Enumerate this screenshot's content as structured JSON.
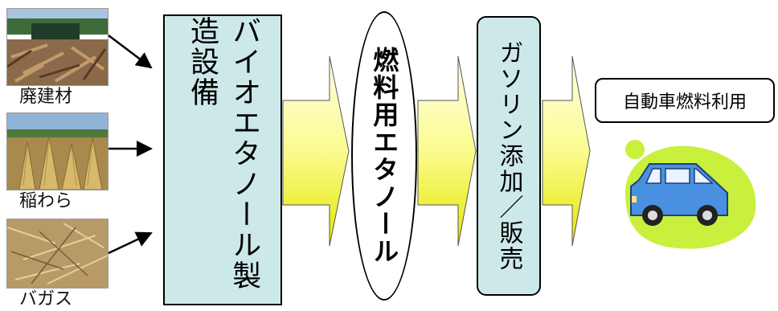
{
  "feedstocks": [
    {
      "label": "廃建材",
      "icon": "waste-lumber-photo"
    },
    {
      "label": "稲わら",
      "icon": "rice-straw-photo"
    },
    {
      "label": "バガス",
      "icon": "bagasse-photo"
    }
  ],
  "process": {
    "plant": "バイオエタノール製造設備",
    "product": "燃料用エタノール",
    "blending": "ガソリン添加／販売",
    "use": "自動車燃料利用"
  },
  "colors": {
    "process_box_fill": "#cde8e8",
    "arrow_gradient_light": "#ffffe8",
    "arrow_gradient_dark": "#e6e600",
    "car_body": "#4a90e0",
    "car_backdrop": "#c8f03c"
  }
}
